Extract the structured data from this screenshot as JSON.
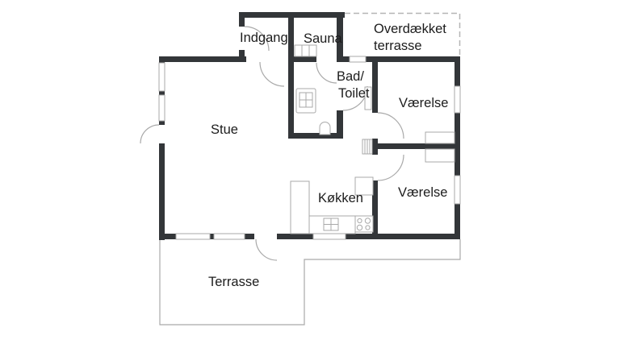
{
  "title": "Floor plan",
  "colors": {
    "wall": "#333639",
    "line": "#a9a9a9",
    "dash": "#b5b5b5",
    "text": "#1c1c1c",
    "bg": "#ffffff"
  },
  "rooms": {
    "indgang": {
      "label": "Indgang"
    },
    "sauna": {
      "label": "Sauna"
    },
    "covered_terrace": {
      "line1": "Overdækket",
      "line2": "terrasse"
    },
    "bad_toilet": {
      "line1": "Bad/",
      "line2": "Toilet"
    },
    "stue": {
      "label": "Stue"
    },
    "vaerelse_1": {
      "label": "Værelse"
    },
    "vaerelse_2": {
      "label": "Værelse"
    },
    "koekken": {
      "label": "Køkken"
    },
    "terrasse": {
      "label": "Terrasse"
    }
  },
  "symbols": [
    "window",
    "door-arc",
    "sauna-bench",
    "bathroom-sink",
    "toilet",
    "radiator",
    "flue",
    "wardrobe",
    "kitchen-counter",
    "kitchen-cabinet",
    "kitchen-sink",
    "stove"
  ]
}
